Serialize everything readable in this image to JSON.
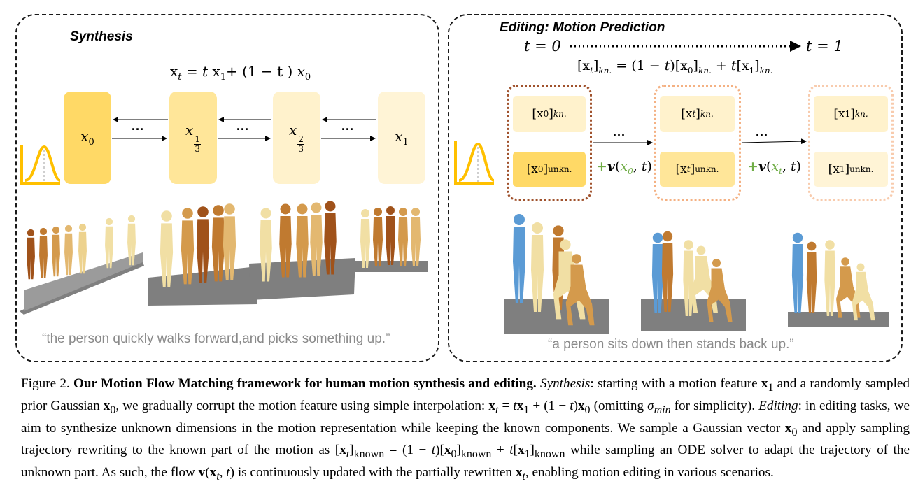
{
  "synthesis": {
    "title": "Synthesis",
    "formula": "x_t = t x_1 + (1 − t) x_0",
    "blocks": [
      "x0",
      "x1/3",
      "x2/3",
      "x1"
    ],
    "ellipsis": "...",
    "prompt": "“the person quickly walks forward,and picks something up.”"
  },
  "editing": {
    "title": "Editing: Motion Prediction",
    "t_start": "t = 0",
    "t_end": "t = 1",
    "formula": "[x_t]_kn. = (1 − t)[x_0]_kn. + t[x_1]_kn.",
    "known_label": "kn.",
    "unknown_label": "unkn.",
    "velocity_1": "+v(x0, t)",
    "velocity_2": "+v(xt, t)",
    "ellipsis": "...",
    "prompt": "“a person sits down then stands back up.”"
  },
  "caption": {
    "figure_label": "Figure 2.",
    "bold_title": "Our Motion Flow Matching framework for human motion synthesis and editing.",
    "synthesis_label": "Synthesis",
    "editing_label": "Editing"
  },
  "colors": {
    "x0_block": "#ffd966",
    "x13_block": "#ffe699",
    "x23_block": "#fff2cc",
    "x1_block": "#fff4d6",
    "group1_border": "#a0522d",
    "group2_border": "#f4b183",
    "group3_border": "#f8cbad",
    "velocity_green": "#70ad47",
    "quote_gray": "#8a8a8a"
  },
  "icons": [
    "gaussian-icon",
    "human-motion-figures"
  ]
}
